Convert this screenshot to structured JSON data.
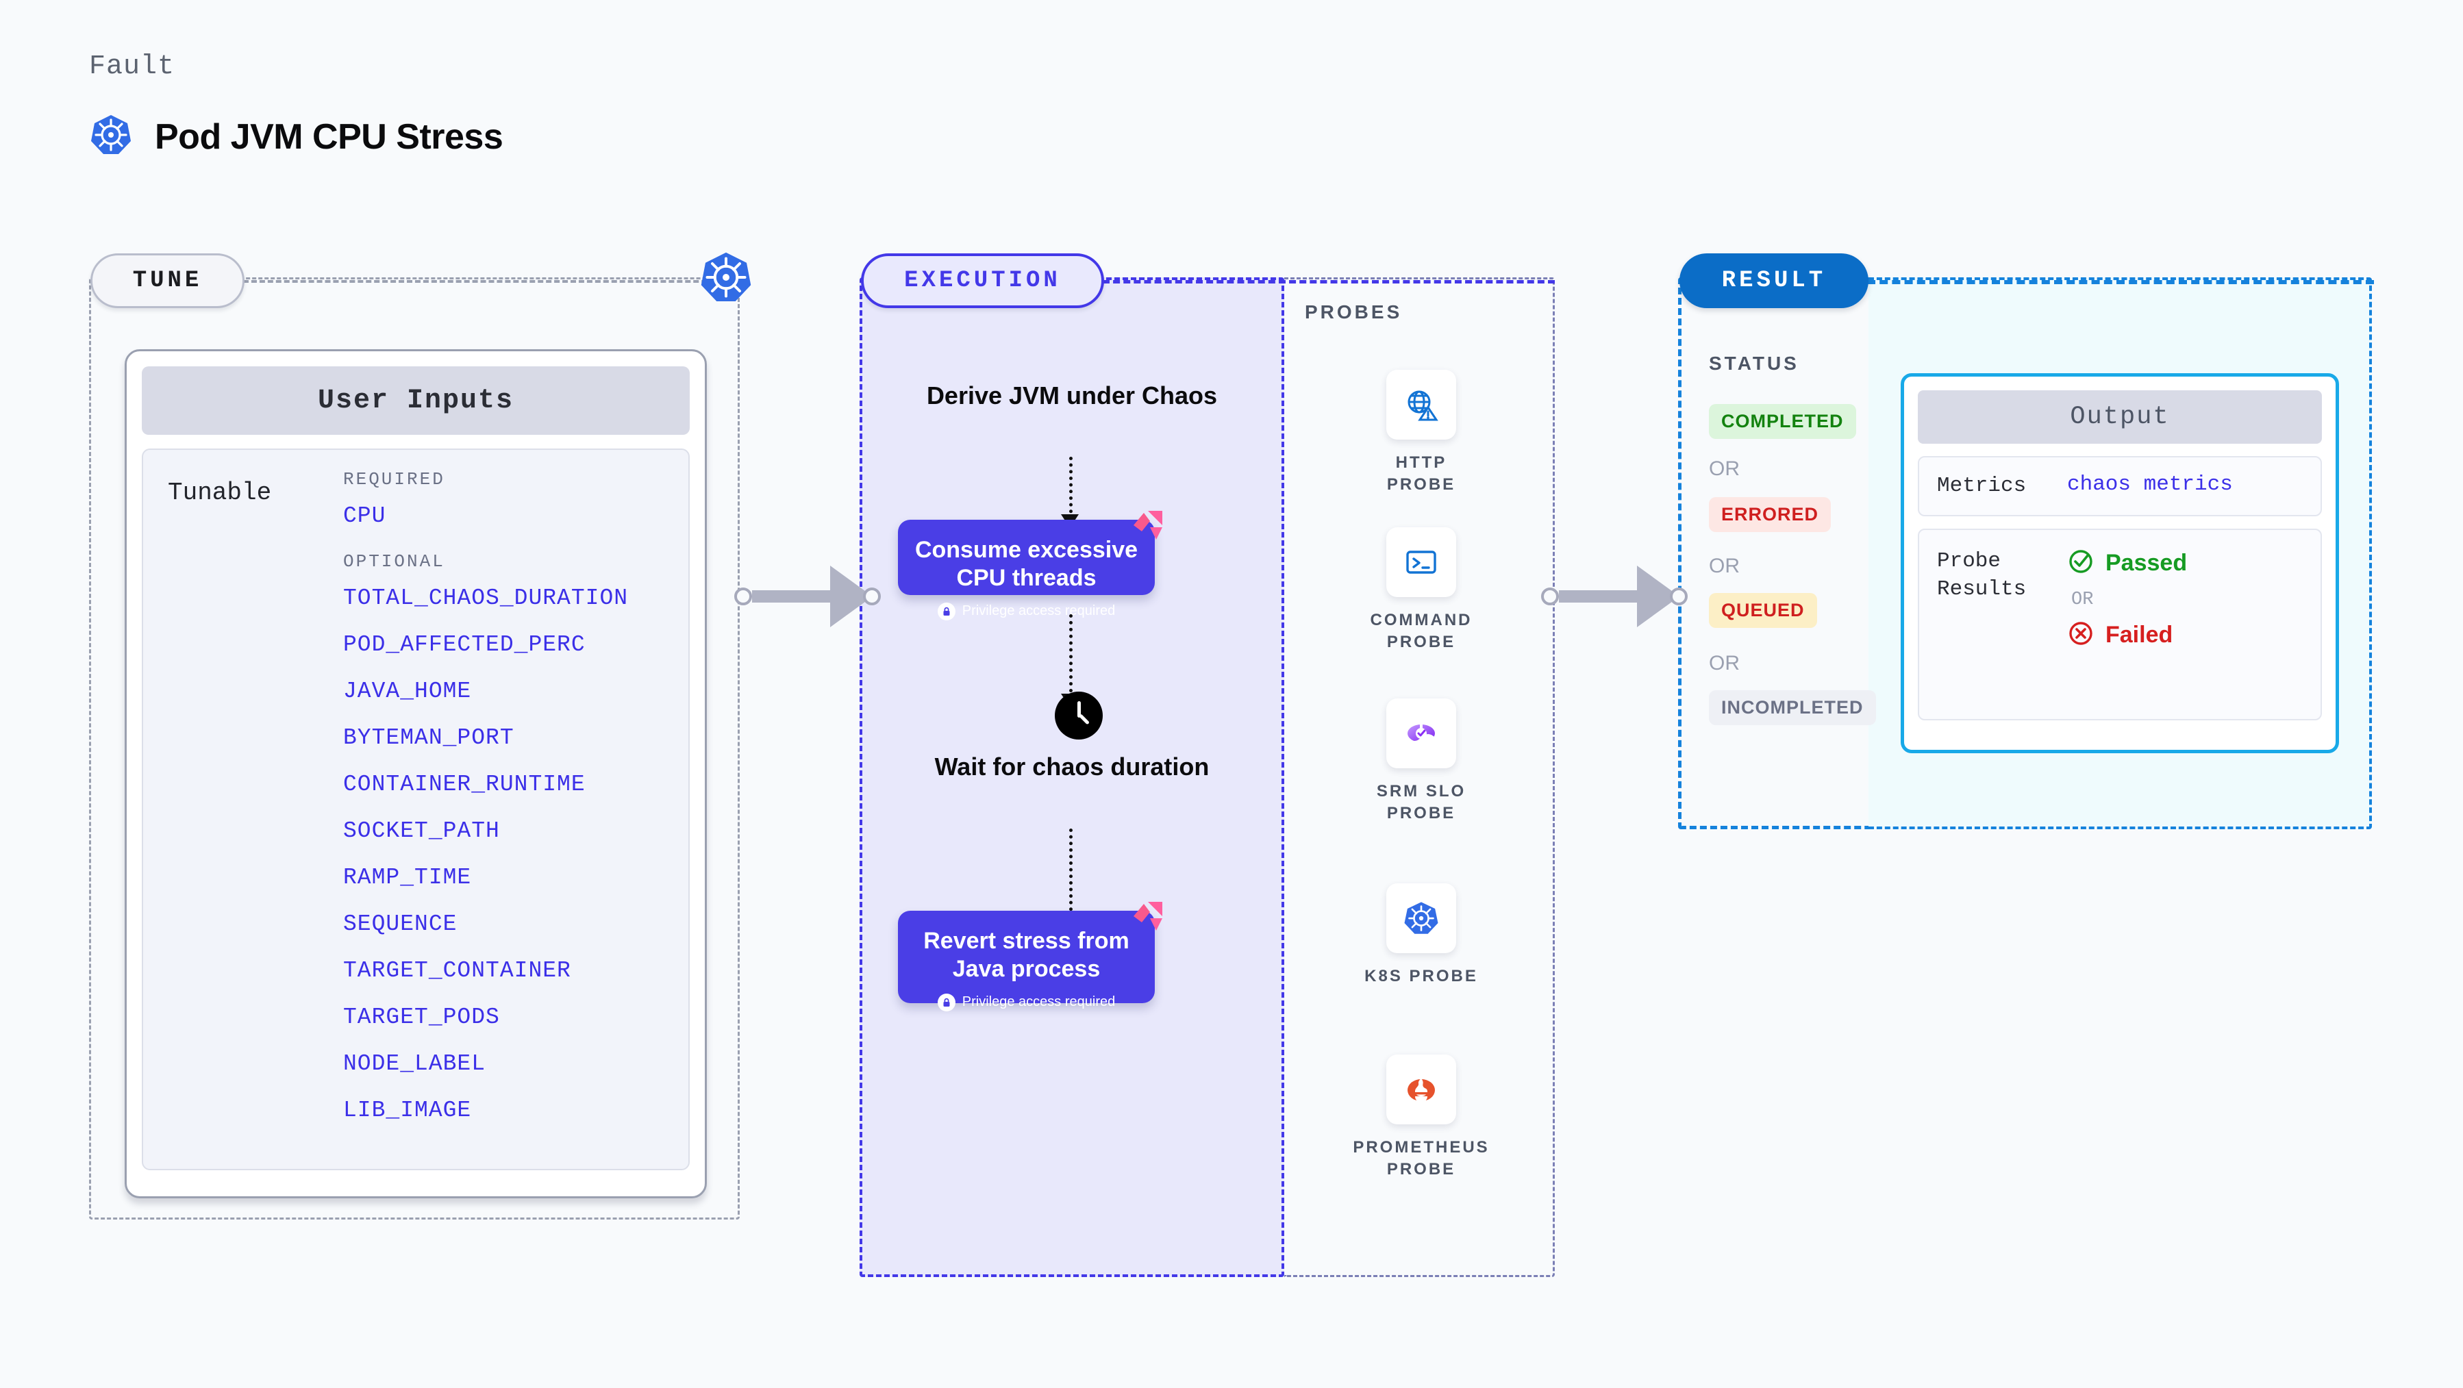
{
  "header": {
    "kicker": "Fault",
    "title": "Pod JVM CPU Stress",
    "icon": "kubernetes-icon"
  },
  "tune": {
    "pill_label": "TUNE",
    "card_title": "User Inputs",
    "tunable_label": "Tunable",
    "required_label": "REQUIRED",
    "optional_label": "OPTIONAL",
    "required": [
      "CPU"
    ],
    "optional": [
      "TOTAL_CHAOS_DURATION",
      "POD_AFFECTED_PERC",
      "JAVA_HOME",
      "BYTEMAN_PORT",
      "CONTAINER_RUNTIME",
      "SOCKET_PATH",
      "RAMP_TIME",
      "SEQUENCE",
      "TARGET_CONTAINER",
      "TARGET_PODS",
      "NODE_LABEL",
      "LIB_IMAGE"
    ],
    "accent_color": "#3b2fe8",
    "line_icon": "kubernetes-icon"
  },
  "execution": {
    "pill_label": "EXECUTION",
    "accent_color": "#4338e8",
    "background_color": "#e8e8fb",
    "steps": [
      {
        "kind": "text",
        "label": "Derive JVM under Chaos"
      },
      {
        "kind": "chaos-box",
        "label": "Consume excessive CPU threads",
        "note": "Privilege access required",
        "note_icon": "lock-icon",
        "corner_icon": "litmus-flag-icon"
      },
      {
        "kind": "wait",
        "label": "Wait for chaos duration",
        "icon": "clock-icon"
      },
      {
        "kind": "chaos-box",
        "label": "Revert stress from Java process",
        "note": "Privilege access required",
        "note_icon": "lock-icon",
        "corner_icon": "litmus-flag-icon"
      }
    ]
  },
  "probes": {
    "section_label": "PROBES",
    "items": [
      {
        "name": "HTTP PROBE",
        "icon": "globe-warning-icon"
      },
      {
        "name": "COMMAND PROBE",
        "icon": "terminal-icon"
      },
      {
        "name": "SRM SLO PROBE",
        "icon": "srm-slo-icon"
      },
      {
        "name": "K8S PROBE",
        "icon": "kubernetes-icon"
      },
      {
        "name": "PROMETHEUS PROBE",
        "icon": "prometheus-icon"
      }
    ]
  },
  "result": {
    "pill_label": "RESULT",
    "accent_color": "#1582dc",
    "status_label": "STATUS",
    "or_label": "OR",
    "statuses": [
      {
        "label": "COMPLETED",
        "text_color": "#13820f",
        "bg_color": "#dcf5dc"
      },
      {
        "label": "ERRORED",
        "text_color": "#cf1f1f",
        "bg_color": "#fde7e4"
      },
      {
        "label": "QUEUED",
        "text_color": "#cf1f1f",
        "bg_color": "#fcefc6"
      },
      {
        "label": "INCOMPLETED",
        "text_color": "#6b7186",
        "bg_color": "#eef0f5"
      }
    ]
  },
  "output": {
    "card_title": "Output",
    "metrics_key": "Metrics",
    "metrics_value": "chaos metrics",
    "probe_key": "Probe Results",
    "probe_pass": "Passed",
    "probe_or": "OR",
    "probe_fail": "Failed",
    "pass_icon": "check-circle-icon",
    "fail_icon": "x-circle-icon",
    "border_color": "#18a9e8"
  }
}
